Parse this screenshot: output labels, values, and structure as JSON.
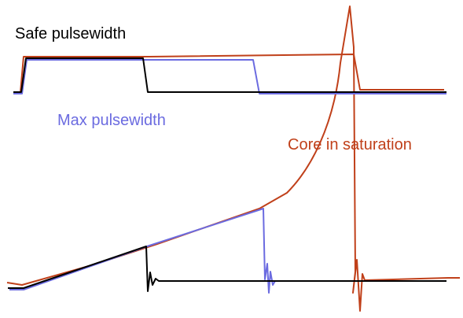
{
  "labels": {
    "safe": "Safe pulsewidth",
    "max": "Max pulsewidth",
    "core": "Core in saturation"
  },
  "colors": {
    "safe": "#000000",
    "max": "#6b6be0",
    "core": "#c0401a",
    "background": "#ffffff"
  },
  "traces": [
    {
      "id": "core",
      "description_key": "core",
      "drawn_signals": [
        "drive-pulse",
        "current-ramp"
      ]
    },
    {
      "id": "max",
      "description_key": "max",
      "drawn_signals": [
        "drive-pulse",
        "current-ramp"
      ]
    },
    {
      "id": "safe",
      "description_key": "safe",
      "drawn_signals": [
        "drive-pulse",
        "current-ramp"
      ]
    }
  ]
}
